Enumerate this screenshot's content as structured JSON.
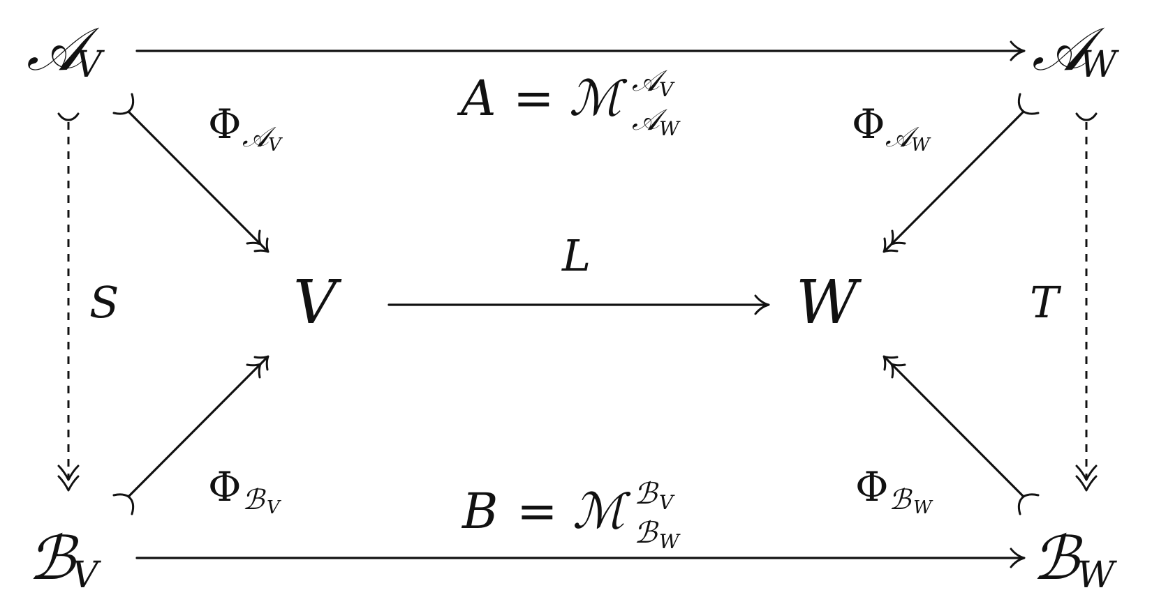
{
  "nodes": {
    "A_V": {
      "base": "𝒜",
      "sub": "V"
    },
    "A_W": {
      "base": "𝒜",
      "sub": "W"
    },
    "B_V": {
      "base": "ℬ",
      "sub": "V"
    },
    "B_W": {
      "base": "ℬ",
      "sub": "W"
    },
    "V": "V",
    "W": "W"
  },
  "labels": {
    "A_eq": {
      "lhs": "A",
      "eq": "=",
      "M": "ℳ",
      "sup_base": "𝒜",
      "sup_sub": "V",
      "sub_base": "𝒜",
      "sub_sub": "W"
    },
    "B_eq": {
      "lhs": "B",
      "eq": "=",
      "M": "ℳ",
      "sup_base": "ℬ",
      "sup_sub": "V",
      "sub_base": "ℬ",
      "sub_sub": "W"
    },
    "L": "L",
    "S": "S",
    "T": "T",
    "phi_AV": {
      "phi": "Φ",
      "base": "𝒜",
      "sub": "V"
    },
    "phi_AW": {
      "phi": "Φ",
      "base": "𝒜",
      "sub": "W"
    },
    "phi_BV": {
      "phi": "Φ",
      "base": "ℬ",
      "sub": "V"
    },
    "phi_BW": {
      "phi": "Φ",
      "base": "ℬ",
      "sub": "W"
    }
  }
}
